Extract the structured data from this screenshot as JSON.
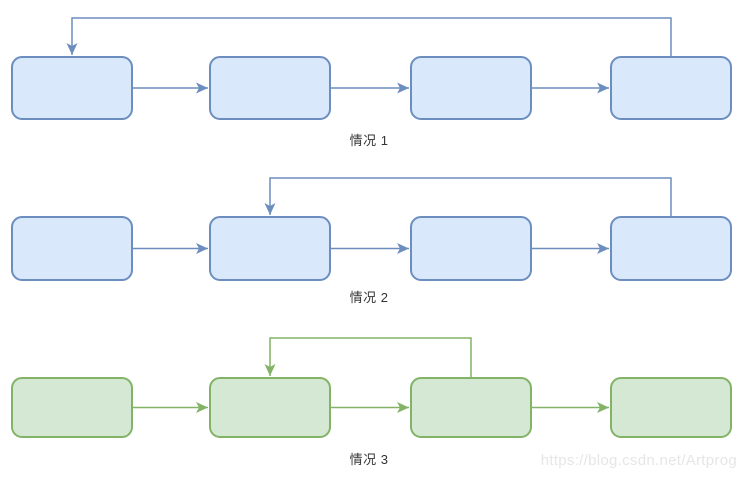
{
  "canvas": {
    "background": "#ffffff"
  },
  "colors": {
    "blue_fill": "#dae8fc",
    "blue_stroke": "#6c8ebf",
    "green_fill": "#d5e8d4",
    "green_stroke": "#82b366",
    "label_text": "#333333",
    "watermark_text": "#e6e6e6"
  },
  "cases": [
    {
      "label": "情况 1",
      "scheme": "blue",
      "node_count": 4,
      "back_edge": {
        "from_node": 4,
        "to_node": 1
      }
    },
    {
      "label": "情况 2",
      "scheme": "blue",
      "node_count": 4,
      "back_edge": {
        "from_node": 4,
        "to_node": 2
      }
    },
    {
      "label": "情况 3",
      "scheme": "green",
      "node_count": 4,
      "back_edge": {
        "from_node": 3,
        "to_node": 2
      }
    }
  ],
  "watermark": {
    "text": "https://blog.csdn.net/Artprog"
  }
}
